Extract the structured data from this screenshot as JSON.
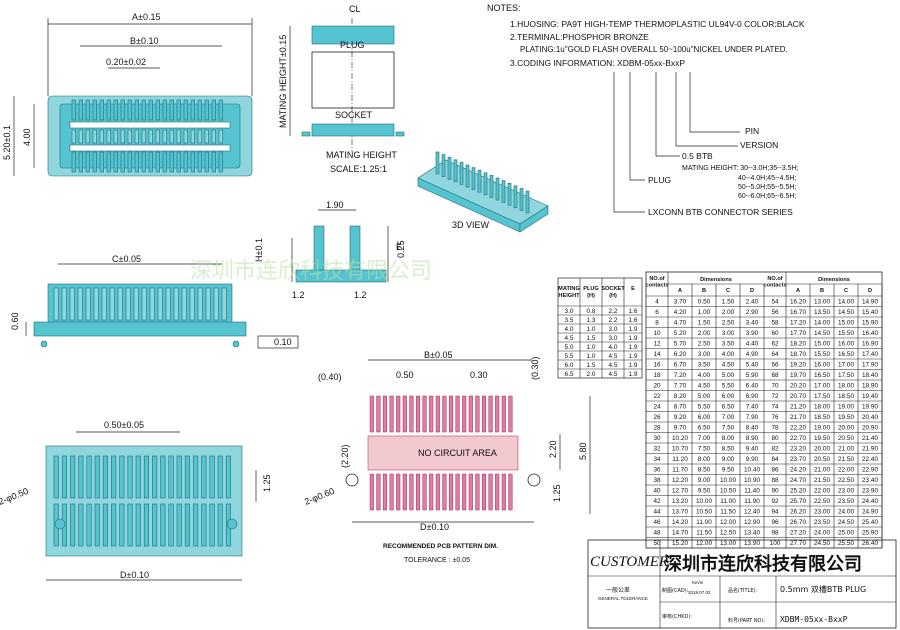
{
  "dims": {
    "a": "A±0.15",
    "b": "B±0.10",
    "pitch": "0.20±0.02",
    "h520": "5.20±0.1",
    "h400": "4.00",
    "mating_h": "MATING HEIGHT±0.15",
    "cl": "CL",
    "plug": "PLUG",
    "socket": "SOCKET",
    "mating_caption": "MATING HEIGHT",
    "scale": "SCALE:1.25:1",
    "view3d": "3D VIEW",
    "d190": "1.90",
    "h01": "H±0.1",
    "e": "E",
    "d025": "0.25",
    "d12a": "1.2",
    "d12b": "1.2",
    "c": "C±0.05",
    "d060": "0.60",
    "flat": "0.10",
    "b005": "B±0.05",
    "d040": "(0.40)",
    "d050": "0.50",
    "d030": "0.30",
    "d030b": "(0.30)",
    "d220": "2.20",
    "d580": "5.80",
    "d125": "1.25",
    "d220b": "(2.20)",
    "d060c": "2-φ0.60",
    "d010": "D±0.10",
    "no_circuit": "NO CIRCUIT AREA",
    "pcb_title": "RECOMMENDED PCB PATTERN DIM.",
    "tolerance": "TOLERANCE : ±0.05",
    "d0505": "0.50±0.05",
    "d125b": "1.25",
    "d050b": "2-φ0.50",
    "d010b": "D±0.10"
  },
  "notes": {
    "title": "NOTES:",
    "n1": "1.HUOSING: PA9T HIGH-TEMP THERMOPLASTIC UL94V-0 COLOR:BLACK",
    "n2": "2.TERMINAL:PHOSPHOR BRONZE",
    "n2b": "PLATING:1u\"GOLD FLASH OVERALL 50~100u\"NICKEL UNDER PLATED.",
    "n3": "3.CODING INFORMATION: XDBM-05xx-BxxP",
    "pin": "PIN",
    "version": "VERSION",
    "btb": "0.5 BTB",
    "mh": "MATING HEIGHT: 30--3.0H;35--3.5H;",
    "mh2": "40--4.0H;45--4.5H;",
    "mh3": "50--5.0H;55--5.5H;",
    "mh4": "60--6.0H;65--6.5H;",
    "plug": "PLUG",
    "series": "LXCONN BTB CONNECTOR SERIES"
  },
  "watermark": "深圳市连欣科技有限公司",
  "small_table": {
    "headers": [
      "MATING HEIGHT",
      "PLUG (H)",
      "SOCKET (H)",
      "E"
    ],
    "rows": [
      [
        "3.0",
        "0.8",
        "2.2",
        "1.6"
      ],
      [
        "3.5",
        "1.3",
        "2.2",
        "1.6"
      ],
      [
        "4.0",
        "1.0",
        "3.0",
        "1.9"
      ],
      [
        "4.5",
        "1.5",
        "3.0",
        "1.9"
      ],
      [
        "5.0",
        "1.0",
        "4.0",
        "1.9"
      ],
      [
        "5.5",
        "1.0",
        "4.5",
        "1.9"
      ],
      [
        "6.0",
        "1.5",
        "4.5",
        "1.9"
      ],
      [
        "6.5",
        "2.0",
        "4.5",
        "1.9"
      ]
    ]
  },
  "dim_table": {
    "left_headers": [
      "NO.of contacts",
      "A",
      "B",
      "C",
      "D"
    ],
    "right_headers": [
      "NO.of contacts",
      "A",
      "B",
      "C",
      "D"
    ],
    "group": "Dimensions",
    "left_rows": [
      [
        "4",
        "3.70",
        "0.50",
        "1.50",
        "2.40"
      ],
      [
        "6",
        "4.20",
        "1.00",
        "2.00",
        "2.90"
      ],
      [
        "8",
        "4.70",
        "1.50",
        "2.50",
        "3.40"
      ],
      [
        "10",
        "5.20",
        "2.00",
        "3.00",
        "3.90"
      ],
      [
        "12",
        "5.70",
        "2.50",
        "3.50",
        "4.40"
      ],
      [
        "14",
        "6.20",
        "3.00",
        "4.00",
        "4.90"
      ],
      [
        "16",
        "6.70",
        "3.50",
        "4.50",
        "5.40"
      ],
      [
        "18",
        "7.20",
        "4.00",
        "5.00",
        "5.90"
      ],
      [
        "20",
        "7.70",
        "4.50",
        "5.50",
        "6.40"
      ],
      [
        "22",
        "8.20",
        "5.00",
        "6.00",
        "6.90"
      ],
      [
        "24",
        "8.70",
        "5.50",
        "6.50",
        "7.40"
      ],
      [
        "26",
        "9.20",
        "6.00",
        "7.00",
        "7.90"
      ],
      [
        "28",
        "9.70",
        "6.50",
        "7.50",
        "8.40"
      ],
      [
        "30",
        "10.20",
        "7.00",
        "8.00",
        "8.90"
      ],
      [
        "32",
        "10.70",
        "7.50",
        "8.50",
        "9.40"
      ],
      [
        "34",
        "11.20",
        "8.00",
        "9.00",
        "9.90"
      ],
      [
        "36",
        "11.70",
        "8.50",
        "9.50",
        "10.40"
      ],
      [
        "38",
        "12.20",
        "9.00",
        "10.00",
        "10.90"
      ],
      [
        "40",
        "12.70",
        "9.50",
        "10.50",
        "11.40"
      ],
      [
        "42",
        "13.20",
        "10.00",
        "11.00",
        "11.90"
      ],
      [
        "44",
        "13.70",
        "10.50",
        "11.50",
        "12.40"
      ],
      [
        "46",
        "14.20",
        "11.00",
        "12.00",
        "12.90"
      ],
      [
        "48",
        "14.70",
        "11.50",
        "12.50",
        "13.40"
      ],
      [
        "50",
        "15.20",
        "12.00",
        "13.00",
        "13.90"
      ]
    ],
    "right_rows": [
      [
        "54",
        "16.20",
        "13.00",
        "14.00",
        "14.90"
      ],
      [
        "56",
        "16.70",
        "13.50",
        "14.50",
        "15.40"
      ],
      [
        "58",
        "17.20",
        "14.00",
        "15.00",
        "15.90"
      ],
      [
        "60",
        "17.70",
        "14.50",
        "15.50",
        "16.40"
      ],
      [
        "62",
        "18.20",
        "15.00",
        "16.00",
        "16.90"
      ],
      [
        "64",
        "18.70",
        "15.50",
        "16.50",
        "17.40"
      ],
      [
        "66",
        "19.20",
        "16.00",
        "17.00",
        "17.90"
      ],
      [
        "68",
        "19.70",
        "16.50",
        "17.50",
        "18.40"
      ],
      [
        "70",
        "20.20",
        "17.00",
        "18.00",
        "18.90"
      ],
      [
        "72",
        "20.70",
        "17.50",
        "18.50",
        "19.40"
      ],
      [
        "74",
        "21.20",
        "18.00",
        "19.00",
        "19.90"
      ],
      [
        "76",
        "21.70",
        "18.50",
        "19.50",
        "20.40"
      ],
      [
        "78",
        "22.20",
        "19.00",
        "20.00",
        "20.90"
      ],
      [
        "80",
        "22.70",
        "19.50",
        "20.50",
        "21.40"
      ],
      [
        "82",
        "23.20",
        "20.00",
        "21.00",
        "21.90"
      ],
      [
        "84",
        "23.70",
        "20.50",
        "21.50",
        "22.40"
      ],
      [
        "86",
        "24.20",
        "21.00",
        "22.00",
        "22.90"
      ],
      [
        "88",
        "24.70",
        "21.50",
        "22.50",
        "23.40"
      ],
      [
        "90",
        "25.20",
        "22.00",
        "23.00",
        "23.90"
      ],
      [
        "92",
        "25.70",
        "22.50",
        "23.50",
        "24.40"
      ],
      [
        "94",
        "26.20",
        "23.00",
        "24.00",
        "24.90"
      ],
      [
        "96",
        "26.70",
        "23.50",
        "24.50",
        "25.40"
      ],
      [
        "98",
        "27.20",
        "24.00",
        "25.00",
        "25.90"
      ],
      [
        "100",
        "27.70",
        "24.50",
        "25.50",
        "26.40"
      ]
    ]
  },
  "title_block": {
    "customer": "CUSTOMER",
    "company": "深圳市连欣科技有限公司",
    "tol_title": "一般公差",
    "tol_sub": "GENERAL TOLERANCE",
    "made_label": "制图(CAD):",
    "made_by": "Kevin",
    "date": "2018.07.02",
    "check_label": "审核(CHKD):",
    "name_label": "品名(TITLE):",
    "name_value": "0.5mm 双槽BTB PLUG",
    "part_label": "料号(PART NO):",
    "part_value": "XDBM-05xx-BxxP"
  }
}
